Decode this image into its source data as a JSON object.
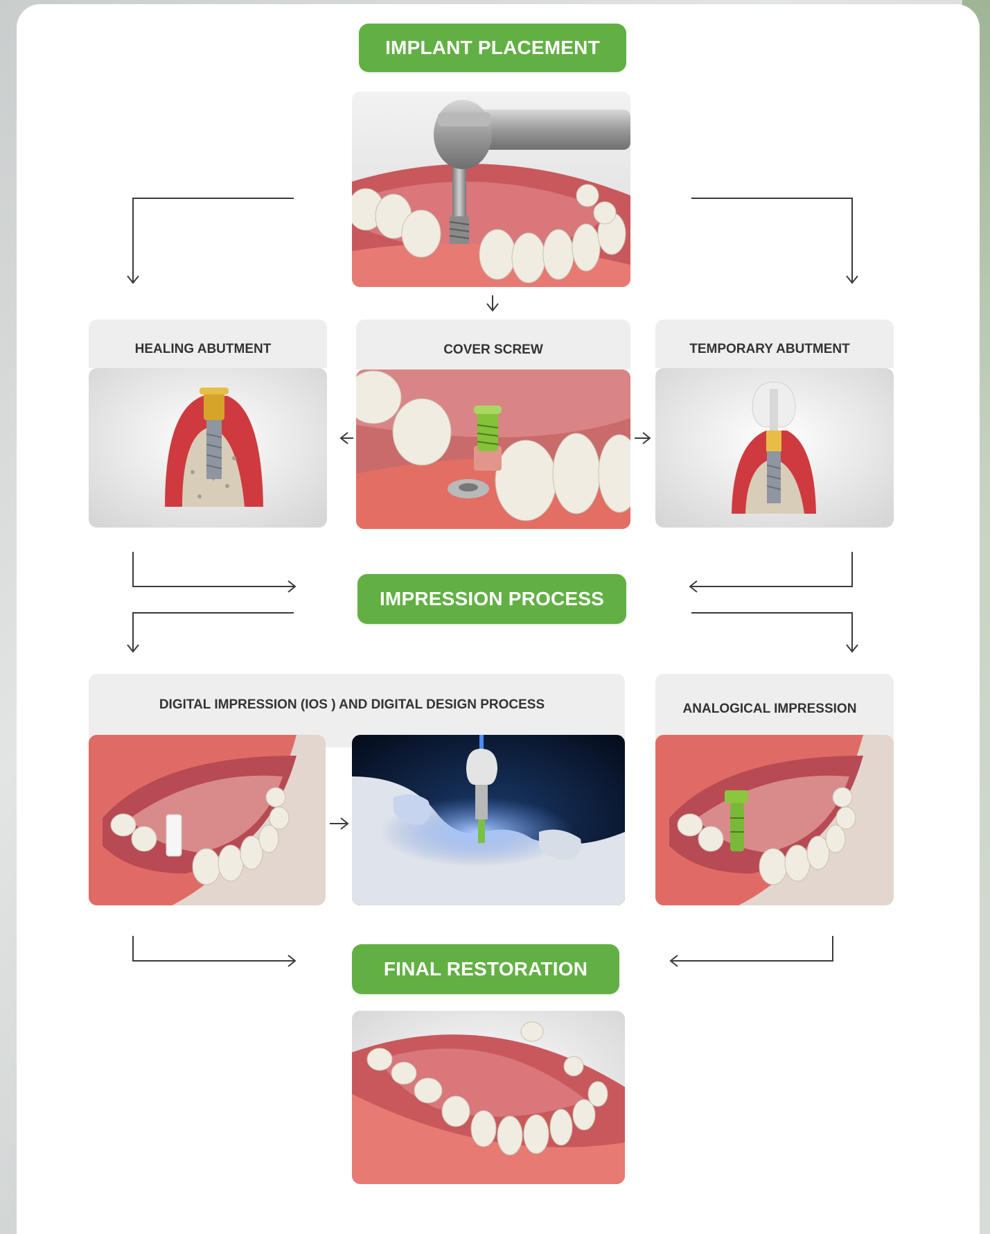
{
  "stages": {
    "implant_placement": "IMPLANT PLACEMENT",
    "impression_process": "IMPRESSION PROCESS",
    "final_restoration": "FINAL RESTORATION"
  },
  "options": {
    "healing_abutment": "HEALING ABUTMENT",
    "cover_screw": "COVER SCREW",
    "temporary_abutment": "TEMPORARY ABUTMENT",
    "digital_impression": "DIGITAL IMPRESSION (IOS ) AND DIGITAL DESIGN PROCESS",
    "analogical_impression": "ANALOGICAL IMPRESSION"
  },
  "colors": {
    "accent": "#62b044",
    "gum": "#e4574f",
    "tooth": "#f1ece2",
    "bone": "#d8cdb8"
  },
  "icons": [
    "arrow-icon"
  ]
}
